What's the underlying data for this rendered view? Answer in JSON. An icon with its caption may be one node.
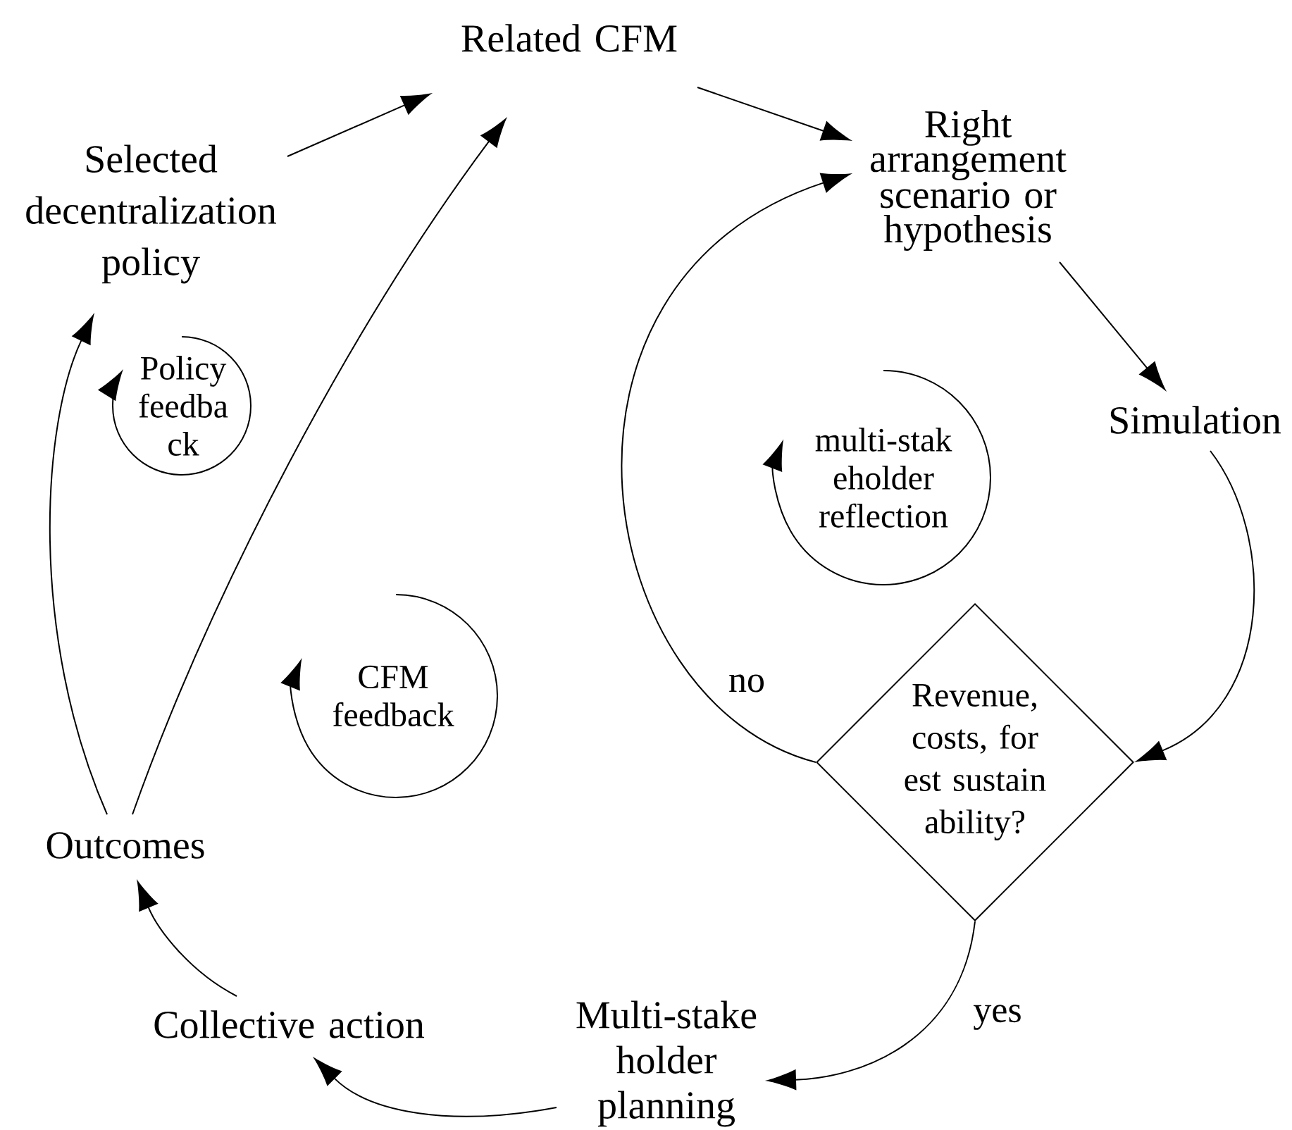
{
  "diagram": {
    "nodes": [
      {
        "text": [
          "Related CFM"
        ]
      },
      {
        "text": [
          "Selected decentralization policy"
        ]
      },
      {
        "text": [
          "Right arrangement scenario or hypothesis"
        ]
      },
      {
        "text": [
          "Simulation"
        ]
      },
      {
        "text": [
          "Revenue, costs, for est sustain ability?"
        ]
      },
      {
        "text": [
          "Multi-stake holder planning"
        ]
      },
      {
        "text": [
          "Collective action"
        ]
      },
      {
        "text": [
          "Outcomes"
        ]
      }
    ],
    "edges": [
      {
        "from": 1,
        "to": 0,
        "arrow": "to"
      },
      {
        "from": 0,
        "to": 2,
        "arrow": "to"
      },
      {
        "from": 7,
        "to": 0,
        "arrow": "to"
      },
      {
        "from": 7,
        "to": 1,
        "arrow": "to"
      },
      {
        "from": 2,
        "to": 3,
        "arrow": "to"
      },
      {
        "from": 3,
        "to": 4,
        "arrow": "to"
      },
      {
        "from": 4,
        "to": 2,
        "arrow": "to",
        "label": "no"
      },
      {
        "from": 4,
        "to": 5,
        "arrow": "to",
        "label": "yes"
      },
      {
        "from": 5,
        "to": 6,
        "arrow": "to"
      },
      {
        "from": 6,
        "to": 7,
        "arrow": "to"
      }
    ],
    "labels": [
      "Policy feedba ck",
      "multi-stak eholder reflection",
      "CFM feedback"
    ]
  }
}
